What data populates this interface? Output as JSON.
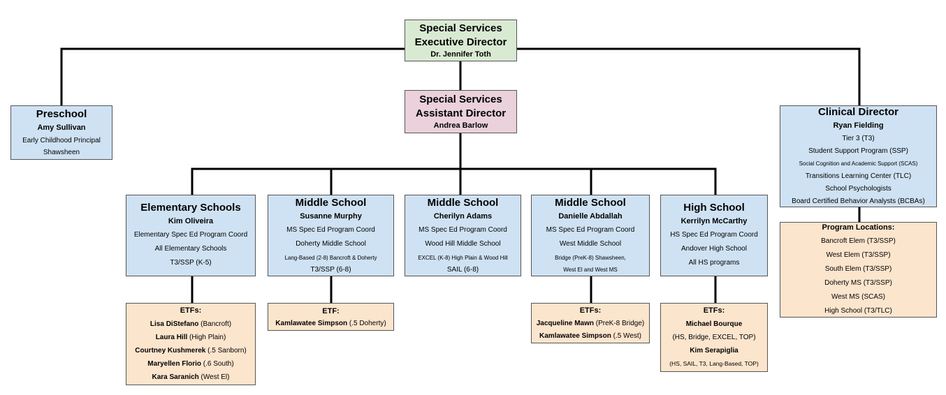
{
  "executive": {
    "line1": "Special Services",
    "line2": "Executive Director",
    "name": "Dr. Jennifer Toth"
  },
  "assistant": {
    "line1": "Special Services",
    "line2": "Assistant Director",
    "name": "Andrea Barlow"
  },
  "preschool": {
    "title": "Preschool",
    "name": "Amy Sullivan",
    "lines": [
      "Early Childhood Principal",
      "Shawsheen"
    ]
  },
  "clinical": {
    "title": "Clinical Director",
    "name": "Ryan Fielding",
    "lines": [
      "Tier 3 (T3)",
      "Student Support Program (SSP)",
      "Social Cognition and Academic Support (SCAS)",
      "Transitions Learning Center (TLC)",
      "School Psychologists",
      "Board Certified Behavior Analysts (BCBAs)"
    ]
  },
  "locations": {
    "title": "Program Locations:",
    "items": [
      "Bancroft Elem (T3/SSP)",
      "West Elem (T3/SSP)",
      "South Elem (T3/SSP)",
      "Doherty MS (T3/SSP)",
      "West MS (SCAS)",
      "High School (T3/TLC)"
    ]
  },
  "elementary": {
    "title": "Elementary Schools",
    "name": "Kim Oliveira",
    "lines": [
      "Elementary Spec Ed Program Coord",
      "All Elementary Schools",
      "T3/SSP (K-5)"
    ]
  },
  "ms_murphy": {
    "title": "Middle School",
    "name": "Susanne Murphy",
    "lines": [
      "MS Spec Ed Program Coord",
      "Doherty Middle School",
      "Lang-Based (2-8) Bancroft & Doherty",
      "T3/SSP (6-8)"
    ]
  },
  "ms_adams": {
    "title": "Middle School",
    "name": "Cherilyn Adams",
    "lines": [
      "MS Spec Ed Program Coord",
      "Wood Hill Middle School",
      "EXCEL (K-8) High Plain & Wood Hill",
      "SAIL (6-8)"
    ]
  },
  "ms_abdallah": {
    "title": "Middle School",
    "name": "Danielle Abdallah",
    "lines": [
      "MS Spec Ed Program Coord",
      "West Middle School",
      "Bridge (PreK-8) Shawsheen,",
      "West El and West MS"
    ]
  },
  "high": {
    "title": "High School",
    "name": "Kerrilyn McCarthy",
    "lines": [
      "HS Spec Ed Program Coord",
      "Andover High School",
      "All HS programs"
    ]
  },
  "etf_elem": {
    "title": "ETFs:",
    "items": [
      {
        "name": "Lisa DiStefano",
        "note": " (Bancroft)"
      },
      {
        "name": "Laura Hill",
        "note": " (High Plain)"
      },
      {
        "name": "Courtney Kushmerek",
        "note": " (.5 Sanborn)"
      },
      {
        "name": "Maryellen Florio",
        "note": " (.6 South)"
      },
      {
        "name": "Kara Saranich",
        "note": " (West El)"
      }
    ]
  },
  "etf_murphy": {
    "title": "ETF:",
    "items": [
      {
        "name": "Kamlawatee Simpson",
        "note": " (.5 Doherty)"
      }
    ]
  },
  "etf_abdallah": {
    "title": "ETFs:",
    "items": [
      {
        "name": "Jacqueline Mawn",
        "note": " (PreK-8 Bridge)"
      },
      {
        "name": "Kamlawatee Simpson",
        "note": " (.5 West)"
      }
    ]
  },
  "etf_high": {
    "title": "ETFs:",
    "name1": "Michael Bourque",
    "detail1": "(HS, Bridge, EXCEL, TOP)",
    "name2": "Kim Serapiglia",
    "detail2": "(HS, SAIL, T3, Lang-Based, TOP)"
  },
  "colors": {
    "executive": "#d9ead3",
    "assistant": "#ead1dc",
    "program": "#cfe2f3",
    "etf": "#fce5cd",
    "connector": "#000000"
  }
}
